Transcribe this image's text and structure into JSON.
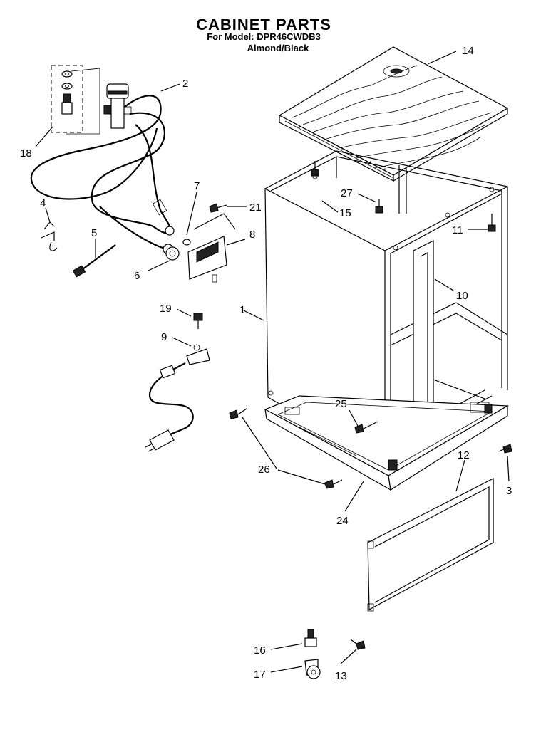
{
  "header": {
    "title": "CABINET PARTS",
    "model": "For Model: DPR46CWDB3",
    "color": "Almond/Black"
  },
  "callouts": [
    "1",
    "2",
    "3",
    "4",
    "5",
    "6",
    "7",
    "8",
    "9",
    "10",
    "11",
    "12",
    "13",
    "14",
    "15",
    "16",
    "17",
    "18",
    "19",
    "21",
    "24",
    "25",
    "26",
    "27"
  ]
}
